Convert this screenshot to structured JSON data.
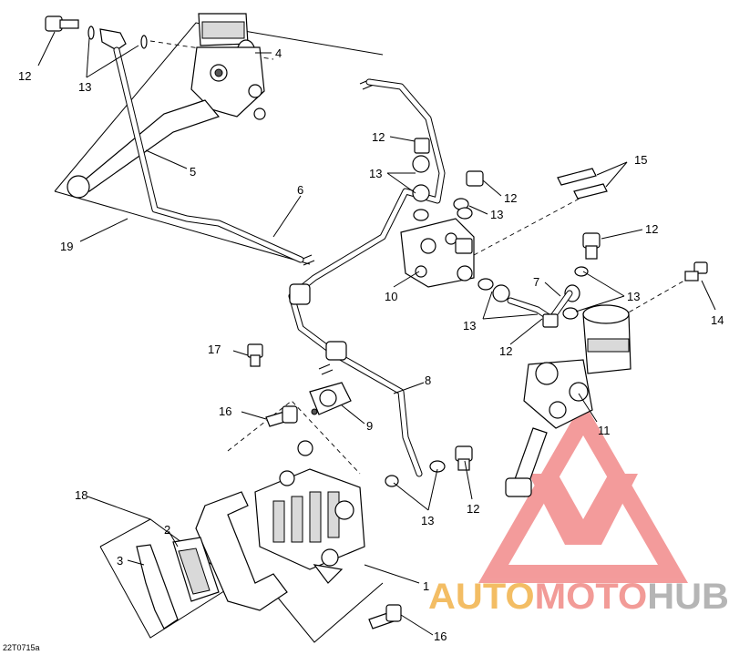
{
  "diagram": {
    "code": "22T0715a",
    "callouts": [
      {
        "id": "c12a",
        "text": "12"
      },
      {
        "id": "c13a",
        "text": "13"
      },
      {
        "id": "c4",
        "text": "4"
      },
      {
        "id": "c5",
        "text": "5"
      },
      {
        "id": "c6",
        "text": "6"
      },
      {
        "id": "c19",
        "text": "19"
      },
      {
        "id": "c12b",
        "text": "12"
      },
      {
        "id": "c13b",
        "text": "13"
      },
      {
        "id": "c12c",
        "text": "12"
      },
      {
        "id": "c13c",
        "text": "13"
      },
      {
        "id": "c15",
        "text": "15"
      },
      {
        "id": "c12d",
        "text": "12"
      },
      {
        "id": "c10",
        "text": "10"
      },
      {
        "id": "c7",
        "text": "7"
      },
      {
        "id": "c13d",
        "text": "13"
      },
      {
        "id": "c14",
        "text": "14"
      },
      {
        "id": "c13e",
        "text": "13"
      },
      {
        "id": "c12e",
        "text": "12"
      },
      {
        "id": "c17",
        "text": "17"
      },
      {
        "id": "c8",
        "text": "8"
      },
      {
        "id": "c16a",
        "text": "16"
      },
      {
        "id": "c9",
        "text": "9"
      },
      {
        "id": "c11",
        "text": "11"
      },
      {
        "id": "c18",
        "text": "18"
      },
      {
        "id": "c2",
        "text": "2"
      },
      {
        "id": "c3",
        "text": "3"
      },
      {
        "id": "c12f",
        "text": "12"
      },
      {
        "id": "c13f",
        "text": "13"
      },
      {
        "id": "c1",
        "text": "1"
      },
      {
        "id": "c16b",
        "text": "16"
      }
    ]
  },
  "watermark": {
    "word_a": "AUTO",
    "word_b": "MOTO",
    "word_c": "HUB",
    "color_a": "#f2b24a",
    "color_b": "#f08a85",
    "color_c": "#a9a9a9",
    "logo_color": "#ea4b4b"
  }
}
